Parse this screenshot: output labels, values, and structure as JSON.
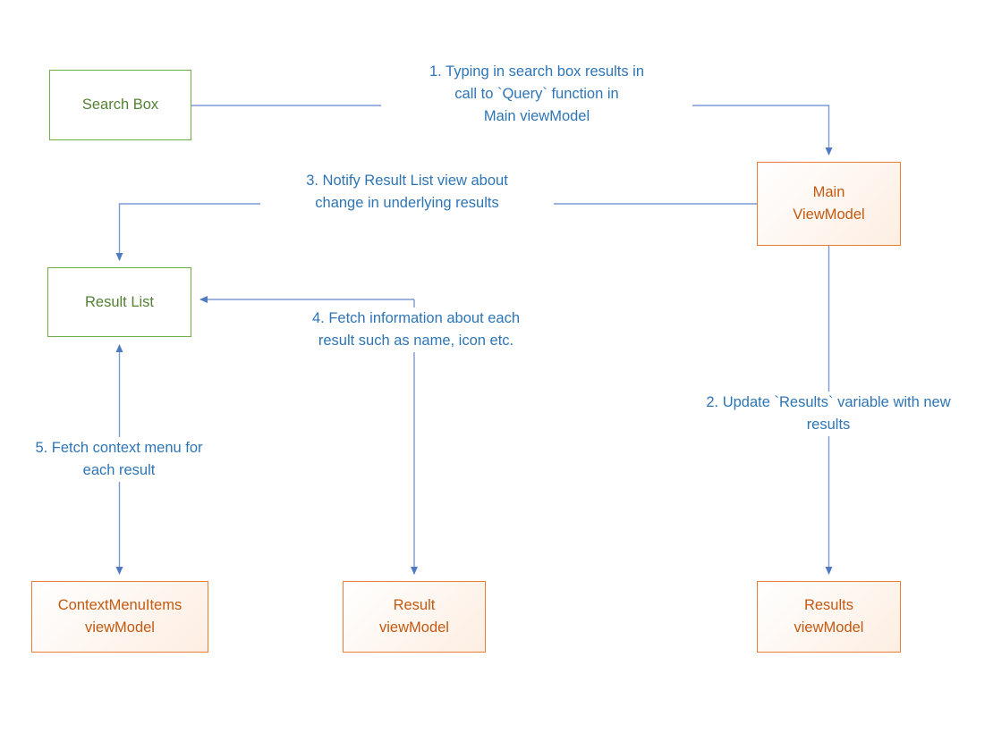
{
  "diagram": {
    "title": "Search MVVM flow diagram",
    "colors": {
      "green_border": "#70AD47",
      "green_text": "#538135",
      "orange_border": "#ED7D31",
      "orange_text": "#C45911",
      "orange_fill": "#FDEEE2",
      "connector_blue": "#7D9AD1",
      "arrowhead_blue": "#4F7AC2",
      "label_text_blue": "#2E75B6",
      "background": "#FFFFFF"
    },
    "nodes": {
      "search_box": {
        "label": "Search Box"
      },
      "main_viewmodel": {
        "label": "Main\nViewModel"
      },
      "result_list": {
        "label": "Result List"
      },
      "contextmenuitems_viewmodel": {
        "label": "ContextMenuItems\nviewModel"
      },
      "result_viewmodel": {
        "label": "Result\nviewModel"
      },
      "results_viewmodel": {
        "label": "Results\nviewModel"
      }
    },
    "labels": {
      "step1": "1. Typing in search box results in\ncall to `Query` function in\nMain viewModel",
      "step2": "2. Update `Results` variable with new\nresults",
      "step3": "3. Notify Result List view about\nchange in underlying results",
      "step4": "4. Fetch information about each\nresult such as name, icon etc.",
      "step5": "5. Fetch context menu for\neach result"
    }
  }
}
